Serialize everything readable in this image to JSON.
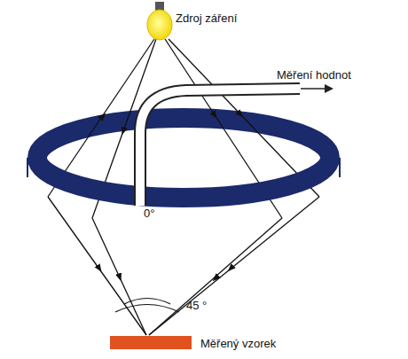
{
  "diagram": {
    "labels": [
      "Zdroj záření",
      "Měření hodnot",
      "0°",
      "45 °",
      "Měřený vzorek"
    ]
  }
}
